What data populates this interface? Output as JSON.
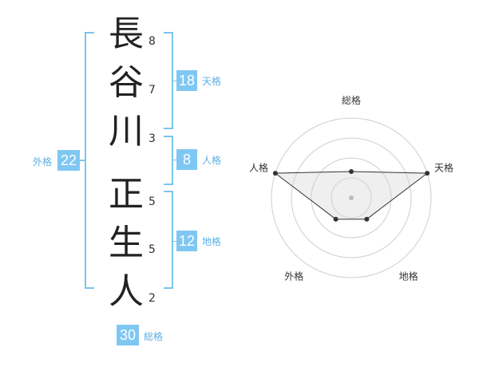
{
  "name": {
    "chars": [
      "長",
      "谷",
      "川",
      "正",
      "生",
      "人"
    ],
    "strokes": [
      "8",
      "7",
      "3",
      "5",
      "5",
      "2"
    ]
  },
  "fortune": {
    "tenkaku": {
      "value": "18",
      "label": "天格"
    },
    "jinkaku": {
      "value": "8",
      "label": "人格"
    },
    "chikaku": {
      "value": "12",
      "label": "地格"
    },
    "gaikaku": {
      "value": "22",
      "label": "外格"
    },
    "soukaku": {
      "value": "30",
      "label": "総格"
    }
  },
  "colors": {
    "accent": "#7fc7f3",
    "bracket": "#7ec3ee"
  },
  "chart_data": {
    "type": "radar",
    "axes": [
      "総格",
      "天格",
      "地格",
      "外格",
      "人格"
    ],
    "values": [
      0.33,
      1.0,
      0.33,
      0.33,
      1.0
    ],
    "rings": 4,
    "grid": true
  }
}
